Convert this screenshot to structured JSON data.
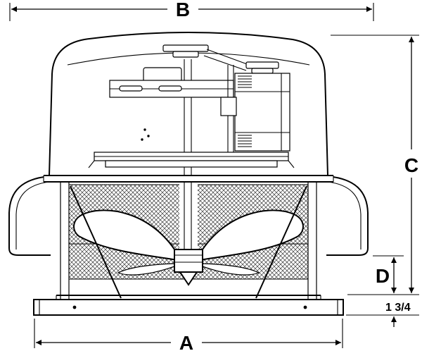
{
  "diagram": {
    "type": "dimension-drawing",
    "subject": "roof-mounted-exhaust-fan-front-view",
    "line_color": "#000000",
    "background_color": "#ffffff",
    "dimensions": {
      "A": "A",
      "B": "B",
      "C": "C",
      "D": "D",
      "base_thickness": "1 3/4"
    }
  }
}
